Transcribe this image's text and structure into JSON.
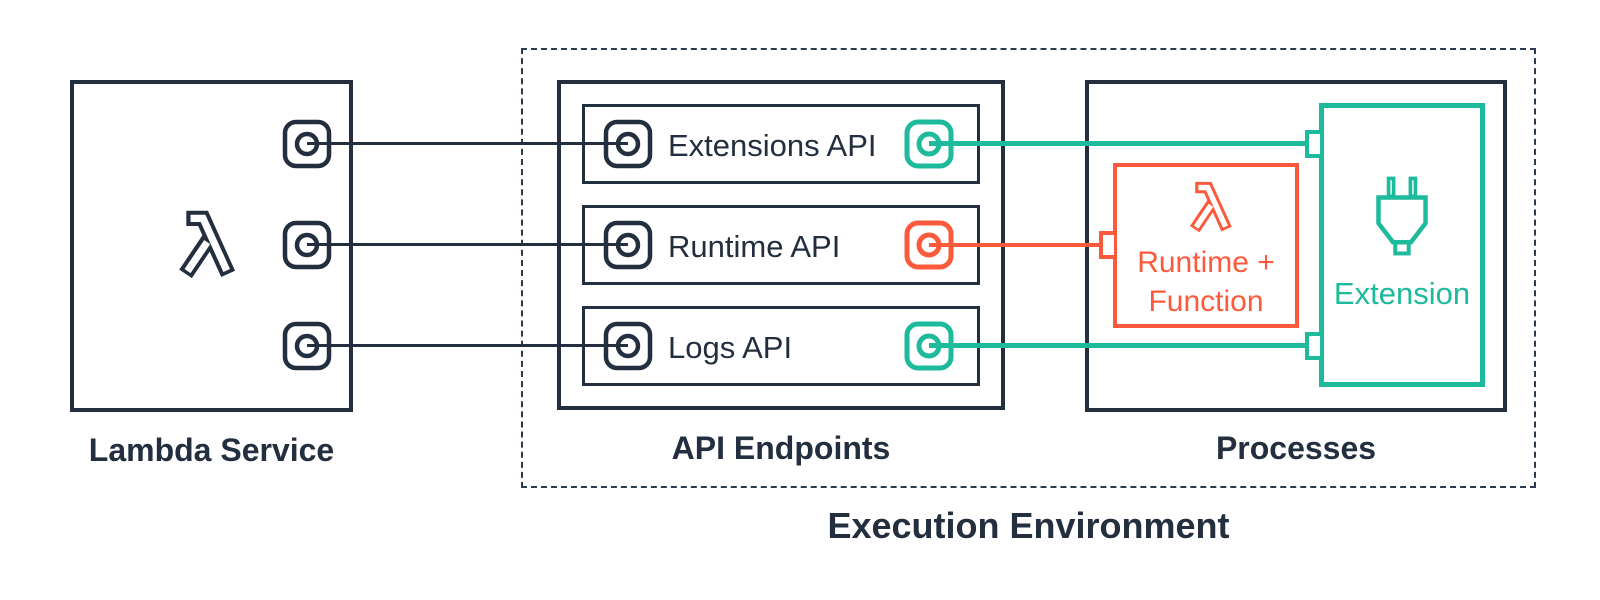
{
  "diagram": {
    "title_note": "AWS Lambda Extensions architecture diagram",
    "colors": {
      "navy": "#232F3E",
      "teal": "#1DBA9C",
      "orange": "#FB5A3C",
      "background": "#FFFFFF"
    },
    "lambda_service": {
      "label": "Lambda Service",
      "icon": "aws-lambda-icon",
      "port_count": 3
    },
    "execution_environment": {
      "label": "Execution Environment"
    },
    "api_endpoints": {
      "label": "API Endpoints",
      "rows": [
        {
          "label": "Extensions API",
          "left_port_color": "#232F3E",
          "right_port_color": "#1DBA9C"
        },
        {
          "label": "Runtime API",
          "left_port_color": "#232F3E",
          "right_port_color": "#FB5A3C"
        },
        {
          "label": "Logs API",
          "left_port_color": "#232F3E",
          "right_port_color": "#1DBA9C"
        }
      ]
    },
    "processes": {
      "label": "Processes",
      "runtime_function": {
        "line1": "Runtime +",
        "line2": "Function",
        "icon": "aws-lambda-icon",
        "color": "#FB5A3C"
      },
      "extension": {
        "label": "Extension",
        "icon": "power-plug-icon",
        "color": "#1DBA9C"
      }
    },
    "connections": [
      {
        "from": "Lambda Service",
        "to": "Extensions API",
        "color": "#232F3E"
      },
      {
        "from": "Lambda Service",
        "to": "Runtime API",
        "color": "#232F3E"
      },
      {
        "from": "Lambda Service",
        "to": "Logs API",
        "color": "#232F3E"
      },
      {
        "from": "Extensions API",
        "to": "Extension",
        "color": "#1DBA9C"
      },
      {
        "from": "Runtime API",
        "to": "Runtime + Function",
        "color": "#FB5A3C"
      },
      {
        "from": "Logs API",
        "to": "Extension",
        "color": "#1DBA9C"
      }
    ]
  }
}
